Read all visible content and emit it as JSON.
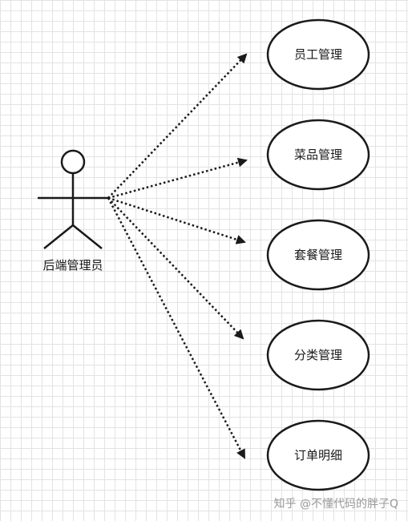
{
  "actor": {
    "label": "后端管理员"
  },
  "use_cases": [
    {
      "label": "员工管理"
    },
    {
      "label": "菜品管理"
    },
    {
      "label": "套餐管理"
    },
    {
      "label": "分类管理"
    },
    {
      "label": "订单明细"
    }
  ],
  "watermark": {
    "text": "知乎 @不懂代码的胖子Q"
  },
  "colors": {
    "stroke": "#1a1a1a",
    "grid": "#e3e3e3",
    "background": "#ffffff",
    "watermark": "#9a9a9a"
  }
}
